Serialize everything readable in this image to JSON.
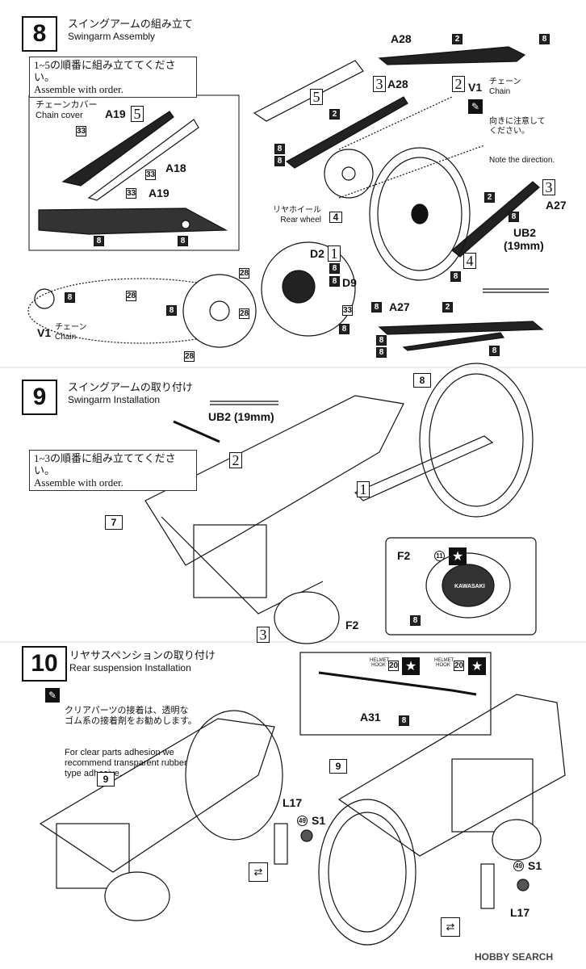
{
  "step8": {
    "number": "8",
    "title_jp": "スイングアームの組み立て",
    "title_en": "Swingarm Assembly",
    "note_jp": "1~5の順番に組み立ててください。",
    "note_en": "Assemble with order.",
    "chain_cover_jp": "チェーンカバー",
    "chain_cover_en": "Chain cover",
    "rear_wheel_jp": "リヤホイール",
    "rear_wheel_en": "Rear wheel",
    "chain_jp": "チェーン",
    "chain_en": "Chain",
    "direction_jp": "向きに注意して\nください。",
    "direction_en": "Note the direction.",
    "ub2": "UB2",
    "ub2_size": "(19mm)",
    "parts": {
      "a28": "A28",
      "a19": "A19",
      "a18": "A18",
      "a27": "A27",
      "v1": "V1",
      "d2": "D2",
      "d9": "D9",
      "ub2": "UB2"
    },
    "numbers": {
      "n2": "2",
      "n4": "4",
      "n8": "8",
      "n28": "28",
      "n33": "33"
    },
    "orders": {
      "o1": "1",
      "o2": "2",
      "o3": "3",
      "o4": "4",
      "o5": "5"
    }
  },
  "step9": {
    "number": "9",
    "title_jp": "スイングアームの取り付け",
    "title_en": "Swingarm Installation",
    "ub2_label": "UB2 (19mm)",
    "note_jp": "1~3の順番に組み立ててください。",
    "note_en": "Assemble with order.",
    "f2": "F2",
    "n7": "7",
    "n8": "8",
    "n11": "11",
    "kawasaki": "KAWASAKI",
    "orders": {
      "o1": "1",
      "o2": "2",
      "o3": "3"
    }
  },
  "step10": {
    "number": "10",
    "title_jp": "リヤサスペンションの取り付け",
    "title_en": "Rear suspension Installation",
    "tip_jp": "クリアパーツの接着は、透明な\nゴム系の接着剤をお勧めします。",
    "tip_en": "For clear parts adhesion we\nrecommend transparent rubber\ntype adhesive.",
    "helmet_hook": "HELMET HOOK",
    "n20": "20",
    "a31": "A31",
    "n8": "8",
    "n9": "9",
    "n49": "49",
    "l17": "L17",
    "s1": "S1"
  },
  "watermark": "HOBBY SEARCH"
}
